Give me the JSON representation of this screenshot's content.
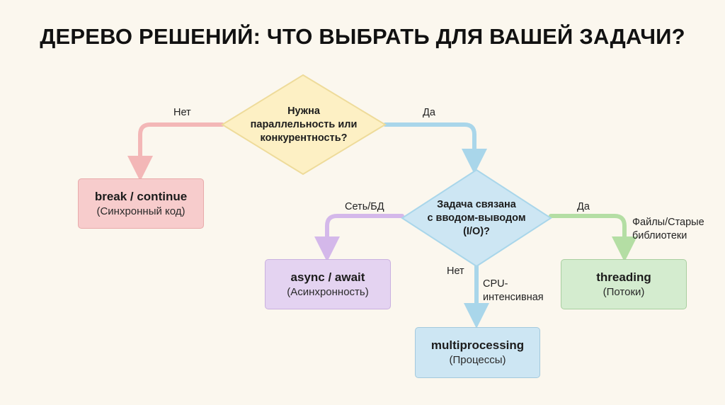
{
  "title": "ДЕРЕВО РЕШЕНИЙ: ЧТО ВЫБРАТЬ ДЛЯ ВАШЕЙ ЗАДАЧИ?",
  "decisions": {
    "d1": "Нужна\nпараллельность или\nконкурентность?",
    "d2": "Задача связана\nс вводом-выводом\n(I/O)?"
  },
  "outcomes": {
    "sync": {
      "main": "break / continue",
      "sub": "(Синхронный код)"
    },
    "async": {
      "main": "async / await",
      "sub": "(Асинхронность)"
    },
    "thread": {
      "main": "threading",
      "sub": "(Потоки)"
    },
    "mp": {
      "main": "multiprocessing",
      "sub": "(Процессы)"
    }
  },
  "edges": {
    "d1_no": "Нет",
    "d1_yes": "Да",
    "d2_left": "Сеть/БД",
    "d2_right_yes": "Да",
    "d2_right_note": "Файлы/Старые\nбиблиотеки",
    "d2_down_no": "Нет",
    "d2_down_note": "CPU-\nинтенсивная"
  },
  "colors": {
    "decision_fill": "#fdf0c4",
    "decision_stroke": "#eedb9a",
    "sync_fill": "#f7cccc",
    "async_fill": "#e4d3f1",
    "thread_fill": "#d4eccf",
    "mp_fill": "#cde6f3",
    "arrow_red": "#f3b7b7",
    "arrow_blue": "#a9d6ea",
    "arrow_purple": "#d4b8ea",
    "arrow_green": "#b4dea4"
  }
}
